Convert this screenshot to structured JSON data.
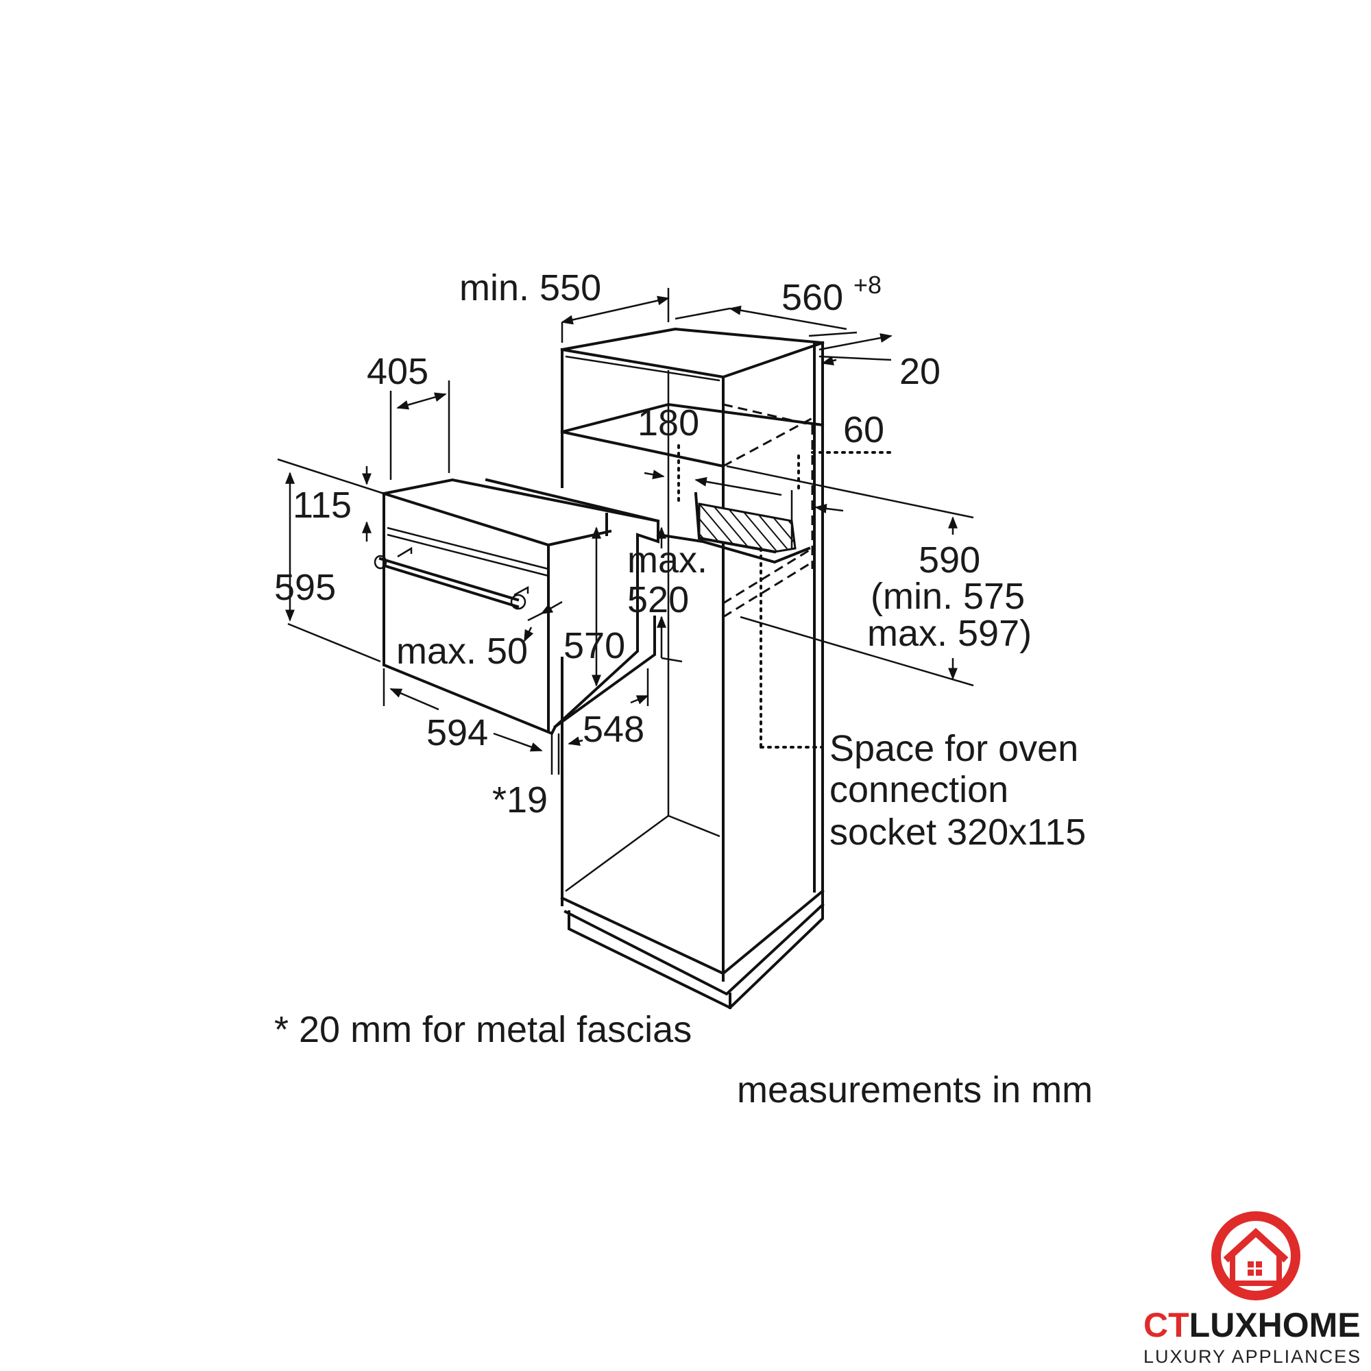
{
  "dimensions": {
    "min_550": "min. 550",
    "d560": "560",
    "d560_sup": "+8",
    "d20": "20",
    "d405": "405",
    "d180": "180",
    "d60": "60",
    "d115": "115",
    "d595": "595",
    "max_label": "max.",
    "d520": "520",
    "d590": "590",
    "min575": "(min. 575",
    "max597": "max. 597)",
    "max50": "max. 50",
    "d570": "570",
    "d594": "594",
    "d548": "548",
    "star19": "*19"
  },
  "notes": {
    "socket_line1": "Space for oven",
    "socket_line2": "connection",
    "socket_line3": "socket 320x115",
    "footnote": "* 20 mm for metal fascias",
    "units": "measurements in mm"
  },
  "brand": {
    "name_ct": "CT",
    "name_lux": "LUXHOME",
    "tagline": "LUXURY APPLIANCES",
    "accent_color": "#e02b2b",
    "dark_color": "#1a1a1a",
    "icon": "house-in-circle-icon"
  }
}
